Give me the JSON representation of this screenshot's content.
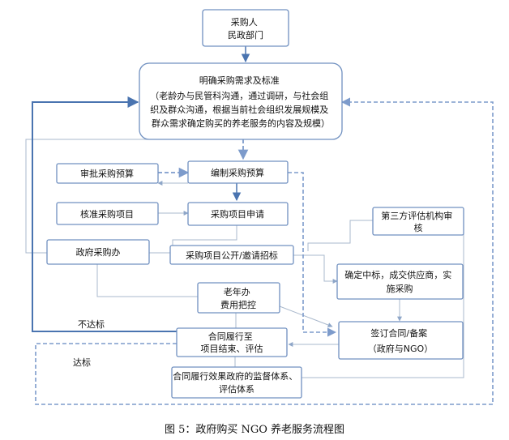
{
  "nodes": {
    "purchaser": [
      "采购人",
      "民政部门"
    ],
    "requirements": [
      "明确采购需求及标准",
      "（老龄办与民管科沟通，通过调研，与社会组",
      "织及群众沟通，根据当前社会组织发展规模及",
      "群众需求确定购买的养老服务的内容及规模）"
    ],
    "approve_budget": [
      "审批采购预算"
    ],
    "compile_budget": [
      "编制采购预算"
    ],
    "verify_project": [
      "核准采购项目"
    ],
    "project_application": [
      "采购项目申请"
    ],
    "third_party": [
      "第三方评估机构审",
      "核"
    ],
    "gov_office": [
      "政府采购办"
    ],
    "tender": [
      "采购项目公开/邀请招标"
    ],
    "determine_bid": [
      "确定中标，成交供应商，实",
      "施采购"
    ],
    "aging_office": [
      "老年办",
      "费用把控"
    ],
    "contract_until": [
      "合同履行至",
      "项目结束、评估"
    ],
    "sign_contract": [
      "签订合同/备案",
      "（政府与NGO）"
    ],
    "supervision": [
      "合同履行效果政府的监督体系、",
      "评估体系"
    ]
  },
  "labels": {
    "fail": "不达标",
    "pass": "达标"
  },
  "caption": "图 5：政府购买 NGO 养老服务流程图",
  "colors": {
    "box_border": "#7090c0",
    "box_fill": "#ffffff",
    "line": "#a9b8cc",
    "dark_line": "#4a74b0",
    "dashed": "#7d9bcb"
  }
}
